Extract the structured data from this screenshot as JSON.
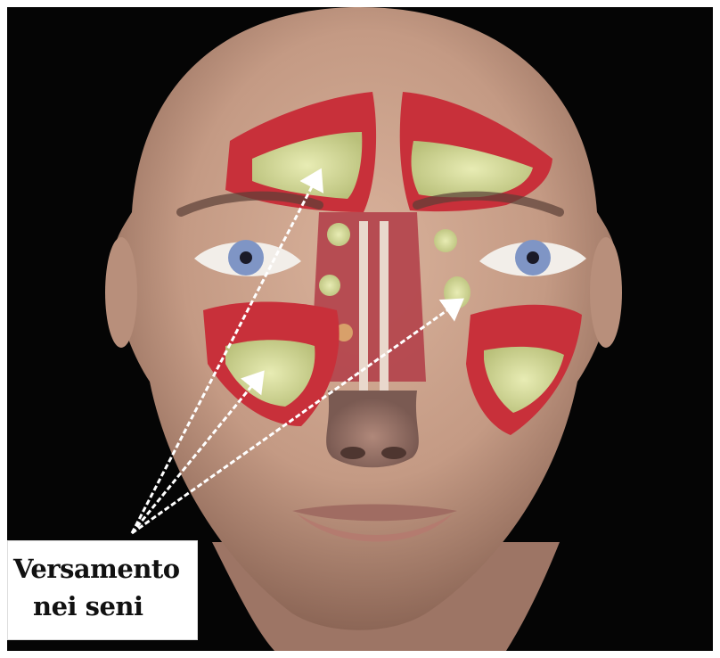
{
  "image": {
    "caption": {
      "line1": "Versamento",
      "line2": "nei seni"
    },
    "colors": {
      "background": "#050505",
      "skin": "#c79c86",
      "sinus_wall": "#c8303a",
      "effusion": "#c9cf8d",
      "iris": "#7f95c5",
      "arrow": "#ffffff"
    },
    "icons": [
      "head-illustration",
      "arrow-icon"
    ]
  }
}
